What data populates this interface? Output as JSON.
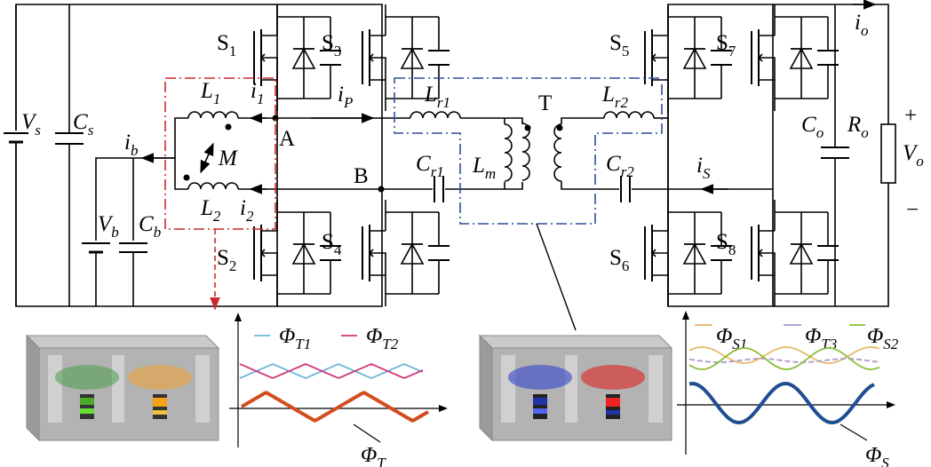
{
  "colors": {
    "red_dashed": "#cc2a2a",
    "blue_dashed": "#2d4e9c",
    "phi_t1": "#6cb6d8",
    "phi_t2": "#d0357a",
    "phi_t": "#d24d20",
    "phi_s1": "#e8b86a",
    "phi_t3": "#a89ac8",
    "phi_s2": "#8abf3a",
    "phi_s": "#1f4e91",
    "core_green": "#4a9c4a",
    "core_orange": "#f0a030",
    "core_blue": "#3344cc",
    "core_red": "#dd2222"
  },
  "switches": {
    "s1": {
      "main": "S",
      "sub": "1"
    },
    "s2": {
      "main": "S",
      "sub": "2"
    },
    "s3": {
      "main": "S",
      "sub": "3"
    },
    "s4": {
      "main": "S",
      "sub": "4"
    },
    "s5": {
      "main": "S",
      "sub": "5"
    },
    "s6": {
      "main": "S",
      "sub": "6"
    },
    "s7": {
      "main": "S",
      "sub": "7"
    },
    "s8": {
      "main": "S",
      "sub": "8"
    }
  },
  "source": {
    "vs": {
      "main": "V",
      "sub": "s"
    },
    "cs": {
      "main": "C",
      "sub": "s"
    },
    "ib": {
      "main": "i",
      "sub": "b"
    },
    "vb": {
      "main": "V",
      "sub": "b"
    },
    "cb": {
      "main": "C",
      "sub": "b"
    }
  },
  "coupled_inductor": {
    "l1": {
      "main": "L",
      "sub": "1"
    },
    "l2": {
      "main": "L",
      "sub": "2"
    },
    "i1": {
      "main": "i",
      "sub": "1"
    },
    "i2": {
      "main": "i",
      "sub": "2"
    },
    "m": "M"
  },
  "nodes": {
    "a": "A",
    "b": "B",
    "t": "T"
  },
  "resonant": {
    "ip": {
      "main": "i",
      "sub": "P"
    },
    "lr1": {
      "main": "L",
      "sub": "r1"
    },
    "cr1": {
      "main": "C",
      "sub": "r1"
    },
    "lm": {
      "main": "L",
      "sub": "m"
    },
    "lr2": {
      "main": "L",
      "sub": "r2"
    },
    "cr2": {
      "main": "C",
      "sub": "r2"
    },
    "is": {
      "main": "i",
      "sub": "S"
    }
  },
  "output": {
    "io": {
      "main": "i",
      "sub": "o"
    },
    "co": {
      "main": "C",
      "sub": "o"
    },
    "ro": {
      "main": "R",
      "sub": "o"
    },
    "vo": {
      "main": "V",
      "sub": "o"
    },
    "plus": "+",
    "minus": "−"
  },
  "plot1": {
    "legend": [
      {
        "main": "Φ",
        "sub": "T1"
      },
      {
        "main": "Φ",
        "sub": "T2"
      }
    ],
    "trace_label": {
      "main": "Φ",
      "sub": "T"
    }
  },
  "plot2": {
    "legend": [
      {
        "main": "Φ",
        "sub": "S1"
      },
      {
        "main": "Φ",
        "sub": "T3"
      },
      {
        "main": "Φ",
        "sub": "S2"
      }
    ],
    "trace_label": {
      "main": "Φ",
      "sub": "S"
    }
  }
}
